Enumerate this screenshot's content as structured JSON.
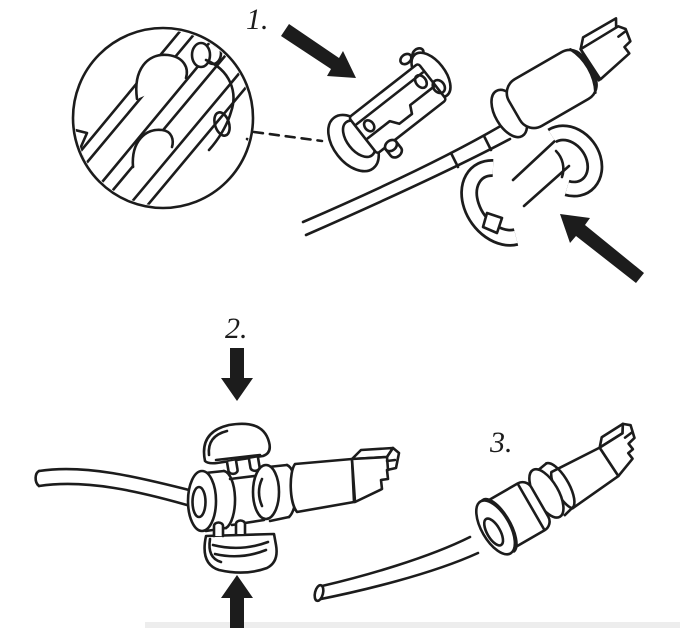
{
  "figure": {
    "title": "Cable protector installation instruction diagram",
    "background_color": "#ffffff",
    "ink_color": "#1c1c1c"
  },
  "steps": [
    {
      "label": "1."
    },
    {
      "label": "2."
    },
    {
      "label": "3."
    }
  ],
  "icons": {
    "step1_place_top_arrow": "arrow-down-right",
    "step1_place_bottom_arrow": "arrow-up-left",
    "step2_press_down_arrow": "arrow-down",
    "step2_press_up_arrow": "arrow-up",
    "magnifier": "magnifier-detail-circle",
    "callout": "dashed-callout-line"
  }
}
